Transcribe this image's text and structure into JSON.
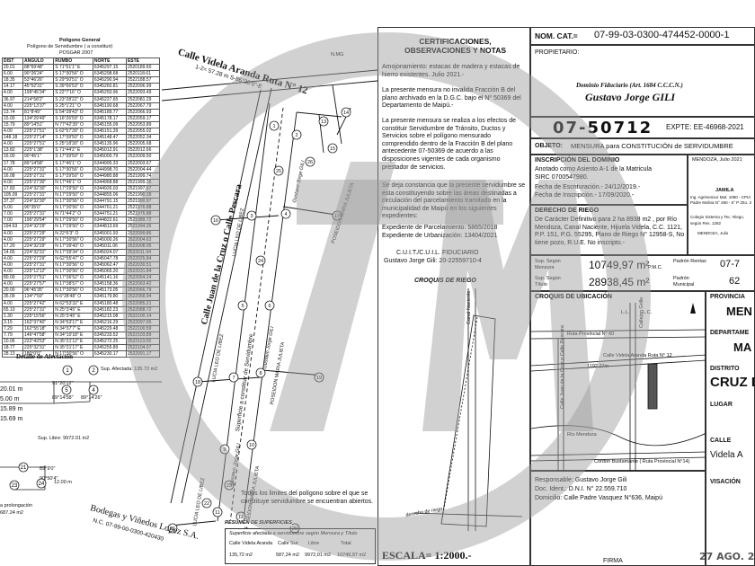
{
  "polygon_table": {
    "title1": "Polígono General",
    "title2": "Polígono de Servidumbre ( a constituir)",
    "title3": "POSGAR 2007",
    "headers": [
      "DIST",
      "ANGULO",
      "RUMBO",
      "NORTE",
      "ESTE"
    ],
    "rows": [
      [
        "20.01",
        "88°59'48\"",
        "S 71°51'1\" E",
        "6345297.15",
        "2520189.60"
      ],
      [
        "6.00",
        "90°26'24\"",
        "S 17°30'56\" O",
        "6345298.68",
        "2520118.61"
      ],
      [
        "18.35",
        "53°46'26\"",
        "S 29°50'51\" O",
        "6345290.94",
        "2522188.57"
      ],
      [
        "14.17",
        "45°52'31\"",
        "S 39°56'53\" O",
        "6345260.81",
        "2522096.99"
      ],
      [
        "4.00",
        "199°45'34\"",
        "S 22°7'16\" O",
        "6345250.96",
        "2522093.49"
      ],
      [
        "36.97",
        "214°58'2\"",
        "S 23°28'22\" O",
        "6345227.65",
        "2522081.29"
      ],
      [
        "4.00",
        "225°13'37\"",
        "S 25°1'21\" O",
        "6345190.68",
        "2522067.79"
      ],
      [
        "13.74",
        "81°8'49\"",
        "S 54°28'43\" O",
        "6345189.77",
        "2522066.93"
      ],
      [
        "15.00",
        "134°29'49\"",
        "S 16°26'59\" O",
        "6345178.17",
        "2522059.17"
      ],
      [
        "15.79",
        "89°14'51\"",
        "N 77°42'39\" O",
        "6345155.09",
        "2522053.89"
      ],
      [
        "4.00",
        "225°27'51\"",
        "S 62°57'39\" O",
        "6345151.39",
        "2522055.02"
      ],
      [
        "148.18",
        "225°27'14\"",
        "S 17°39'50\" O",
        "6345148.47",
        "2522052.34"
      ],
      [
        "4.00",
        "225°27'51\"",
        "S 25°18'30\" O",
        "6345135.96",
        "2522005.68"
      ],
      [
        "13.82",
        "225°1'38\"",
        "S 71°44'2\" E",
        "6345012.91",
        "2522012.66"
      ],
      [
        "16.00",
        "90°45'1\"",
        "S 17°39'50\" O",
        "6345000.79",
        "2522009.50"
      ],
      [
        "17.78",
        "89°14'58\"",
        "S 17°46'1\" O",
        "6344995.33",
        "2522003.67"
      ],
      [
        "4.00",
        "225°27'31\"",
        "S 17°30'56\" O",
        "6344998.70",
        "2522004.44"
      ],
      [
        "16.08",
        "225°27'31\"",
        "S 17°29'50\" O",
        "6344980.88",
        "2521999.74"
      ],
      [
        "4.00",
        "225°27'30\"",
        "N 17°46'1\" O",
        "6344968.88",
        "2521999.36"
      ],
      [
        "17.83",
        "224°32'30\"",
        "N 17°29'50\" O",
        "6344926.03",
        "2521997.67"
      ],
      [
        "105.09",
        "225°27'31\"",
        "N 17°29'50\" O",
        "6344855.06",
        "2521990.28"
      ],
      [
        "37.37",
        "224°32'30\"",
        "N 17°30'56\" O",
        "6344791.15",
        "2521990.97"
      ],
      [
        "5.00",
        "90°35'0\"",
        "N 17°30'56\" O",
        "6344761.21",
        "2521976.88"
      ],
      [
        "7.00",
        "225°27'31\"",
        "N 71°44'2\" O",
        "6344751.21",
        "2521976.88"
      ],
      [
        "7.00",
        "196°29'54\"",
        "N 17°29'50\" O",
        "6344822.61",
        "2521989.72"
      ],
      [
        "194.63",
        "224°32'29\"",
        "N 17°29'50\" O",
        "6344813.69",
        "2521994.26"
      ],
      [
        "4.00",
        "225°27'29\"",
        "N 22°6'3\" O",
        "6345001.93",
        "2522099.86"
      ],
      [
        "4.00",
        "225°27'29\"",
        "N 17°30'56\" O",
        "6345000.26",
        "2522004.63"
      ],
      [
        "17.20",
        "224°32'29\"",
        "N 17°39'43\" O",
        "6345011.06",
        "2522008.95"
      ],
      [
        "14.65",
        "224°32'31\"",
        "N 17°39'34\" O",
        "6345024.07",
        "2522011.94"
      ],
      [
        "4.00",
        "225°27'29\"",
        "N 62°55'47\" O",
        "6345047.78",
        "2522025.84"
      ],
      [
        "4.00",
        "225°27'31\"",
        "N 17°30'56\" O",
        "6345062.47",
        "2522030.51"
      ],
      [
        "4.00",
        "225°12'12\"",
        "N 17°30'56\" O",
        "6345065.20",
        "2522031.84"
      ],
      [
        "80.00",
        "225°27'51\"",
        "N 17°36'52\" O",
        "6345141.16",
        "2522054.24"
      ],
      [
        "4.00",
        "225°27'57\"",
        "N 17°38'57\" O",
        "6345158.36",
        "2522063.42"
      ],
      [
        "20.00",
        "96°45'35\"",
        "N 17°30'56\" O",
        "6345173.05",
        "2522066.79"
      ],
      [
        "35.09",
        "134°7'59\"",
        "N 6°28'48\" O",
        "6345179.80",
        "2522068.94"
      ],
      [
        "4.00",
        "225°27'42\"",
        "N 62°53'32\" E",
        "6345180.48",
        "2522085.21"
      ],
      [
        "65.10",
        "225°27'31\"",
        "N 25°3'45\" E",
        "6345182.23",
        "2522088.72"
      ],
      [
        "1.30",
        "225°15'56\"",
        "N 25°3'45\" E",
        "6345215.08",
        "2522100.14"
      ],
      [
        "3.15",
        "162°37'40\"",
        "N 34°53'17\" E",
        "6345216.29",
        "2522097.65"
      ],
      [
        "7.29",
        "162°55'18\"",
        "N 34°37'7\" E",
        "6345229.48",
        "2522100.59"
      ],
      [
        "7.79",
        "146°47'58\"",
        "N 34°10'18\" E",
        "6345233.52",
        "2522103.89"
      ],
      [
        "10.06",
        "222°43'53\"",
        "N 35°21'12\" E",
        "6345272.25",
        "2522113.09"
      ],
      [
        "18.77",
        "225°32'31\"",
        "N 35°21'17\" E",
        "6345255.89",
        "2522104.07"
      ],
      [
        "28.13",
        "180°0'0\"",
        "N 17°30'56\" O",
        "6345230.17",
        "2522091.17"
      ]
    ]
  },
  "affect_detail": {
    "title": "Detalle de Afectación",
    "dist_1": "20.01 m",
    "dist_2": "5.00 m",
    "dist_3": "15.89 m",
    "dist_4": "15.69 m",
    "angle_a": "91°20'12\"",
    "angle_b": "89°14'58\"",
    "angle_c": "89°14'26\"",
    "sup_afectada": "Sup. Afectada: 135.72 m2",
    "sup_libre": "Sup. Libre: 9972.01 m2",
    "prolong": "a prolongación",
    "area_small": "687.24 m2",
    "angle_d": "89°9'0\"",
    "angle_e": "90°50'4\"",
    "dist_small": "12.00 m"
  },
  "map": {
    "street_top": "Calle Videla Aranda Ruta N° 12",
    "street_top_measure": "1-2= 57.28 m S-86°30'0\"-E",
    "street_left": "Calle Juan de la Cruz o Calle Pescara",
    "lucia_1": "LUCIA LEO DE LIBEZ",
    "lucia_2": "LUCIA LEO DE LIBEZ",
    "lucia_3": "LUCIA LEO DE LIBEZ",
    "poseidon_1": "POSEIDON MARIA JULIETA",
    "poseidon_2": "POSEIDON MARIA JULIETA",
    "poseidon_3": "POSEIDON MARIA JULIETA",
    "servidumbre": "Superficie a constituir de Servidumbre",
    "owner_1": "Gustavo Jorge GILI",
    "owner_2": "Gustavo Jorge GILI",
    "owner_3": "Gustavo Jorge GILI",
    "bodegas": "Bodegas y Viñedos Lopez S.A.",
    "bodegas_nc": "N.C. 07-99-00-0300-420430",
    "nmg": "N.MG",
    "limits_note": "Todos los limites del polígono sobre el que se constituye servidumbre se encuentran abiertos.",
    "nums": [
      "1",
      "2",
      "3",
      "4",
      "5",
      "6",
      "7",
      "8",
      "9",
      "10",
      "11",
      "12",
      "13",
      "14",
      "15",
      "16",
      "17",
      "18",
      "19",
      "20",
      "21",
      "22",
      "23",
      "24",
      "25",
      "26"
    ]
  },
  "summary_table": {
    "title": "RESUMEN DE SUPERFICIES",
    "subtitle": "Superficie afectada a servidumbre según Mensura y Título",
    "h1": "Calle Videla Aranda",
    "h2": "Calle Sur",
    "h3": "Libre",
    "h4": "Total",
    "v1": "135,72 m2",
    "v2": "587,24 m2",
    "v3": "9972,01 m2",
    "v4": "10749,97 m2"
  },
  "certs": {
    "title": "CERTIFICACIONES, OBSERVACIONES Y NOTAS",
    "p1": "Amojonamiento: estacas de madera y estacas de hierro existentes. Julio 2021.-",
    "p2": "La presente mensura no invalida Fracción B del plano archivado en la D.G.C. bajo el Nº 50369 del Departamento de Maipú.-",
    "p3": "La presente mensura se realiza a los efectos de constituir Servidumbre de Tránsito, Ductos y Servicios sobre el polígono mensurado comprendido dentro de la Fracción B del plano antecedente 07-50369 de acuerdo a las disposiciones vigentes de cada organismo prestador de servicios.",
    "p4": "Se deja constancia que la presente servidumbre se esta constituyendo sobre las áreas destinadas a circulación del parcelamiento tramitado en la municipalidad de Maipú en los siguientes expedientes:",
    "p5": "Expediente de Parcelamiento: 5865/2018",
    "p6": "Expediente de Urbanización: 13404/2021",
    "cuit_title": "C.U.I.T./C.U.I.L. FIDUCIARIO",
    "cuit": "Gustavo Jorge Gili: 20-22559710-4",
    "croquis": "CROQUIS DE RIEGO",
    "canal": "Canal Naciente",
    "derecho": "derecho de riego",
    "escala_label": "ESCALA=",
    "escala": "1:2000.-"
  },
  "header": {
    "nomcat_label": "NOM. CAT.=",
    "nomcat": "07-99-03-0300-474452-0000-1",
    "propietario_label": "PROPIETARIO:",
    "dominio": "Dominio Fiduciario (Art. 1684 C.C.C.N.)",
    "owner": "Gustavo Jorge GILI",
    "plano_number": "07-50712",
    "expte": "EXPTE: EE-46968-2021",
    "objeto_label": "OBJETO:",
    "objeto": "MENSURA para CONSTITUCIÓN de SERVIDUMBRE",
    "mendoza_date": "MENDOZA, Julio 2021",
    "prof_name": "JAMILA",
    "prof_title": "Ing. Agrimensor Mat. 1090 - CPIA",
    "prof_addr": "Padre Molina N° 460 - 5° P. Dto. 3",
    "colegio": "Colegio Sistema y Tec. Riego, según Res. 1282",
    "mendoza_julio": "MENDOZA, Julio"
  },
  "inscripcion": {
    "title": "INSCRIPCIÓN DEL DOMINIO",
    "l1": "Anotado como Asiento A-1 de la Matricula",
    "l2": "SIRC 0700547980.",
    "l3": "Fecha de Escrituración.- 24/12/2019.-",
    "l4": "Fecha de Inscripción.- 17/09/2020.-"
  },
  "riego": {
    "title": "DERECHO DE RIEGO",
    "text": "De Carácter Definitivo para 2 ha 8938 m2 , por Río Mendoza, Canal Naciente, Hijuela Videla, C.C. 1121, P.P. 151, P.G. 55295, Plano de Riego N° 12958-S, No tiene pozo, R.U.E. No inscripto.-"
  },
  "superficies": {
    "mensura_label": "Sup. Según Mensura",
    "mensura": "10749,97 m²",
    "pmc": "P.M.C.",
    "titulo_label": "Sup. Según Título",
    "titulo": "28938,45 m²",
    "padron_rentas": "Padrón Rentas",
    "padron_rentas_val": "07-7",
    "padron_mun": "Padrón Municipal",
    "padron_mun_val": "62"
  },
  "ubicacion": {
    "title": "CROQUIS DE UBICACIÓN",
    "ruta60": "Ruta Provincial N° 60",
    "videla": "Calle Videla Aranda Ruta N° 12",
    "rio": "Río Mendoza",
    "cordon": "Cordon Bustamante ( Ruta Provincial N°14)",
    "juan": "Calle Juan de la Cruz o Calle Pescara",
    "dist": "1192.27m",
    "callejon": "Callejon Grillo",
    "ll": "L.L.",
    "lc": "L.C."
  },
  "right_col": {
    "provincia": "PROVINCIA",
    "provincia_val": "MEN",
    "departamento": "DEPARTAME",
    "departamento_val": "MA",
    "distrito": "DISTRITO",
    "distrito_val": "CRUZ D",
    "lugar": "LUGAR",
    "calle": "CALLE",
    "calle_val": "Videla A",
    "visacion": "VISACIÓN",
    "fecha_sello": "27 AGO. 2"
  },
  "responsable": {
    "l1": "Responsable: Gustavo Jorge Gili",
    "l2": "Doc. Ident.: D.N.I. N° 22.559.710",
    "l3": "Domicilio: Calle Padre Vasquez N°636, Maipú",
    "firma": "FIRMA"
  }
}
